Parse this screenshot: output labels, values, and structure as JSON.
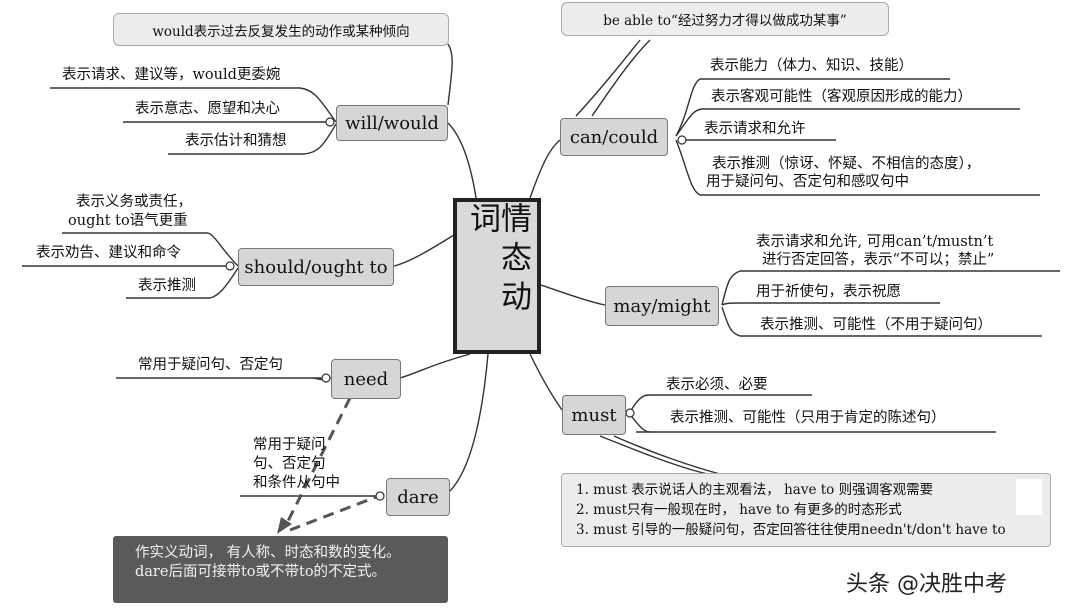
{
  "center": {
    "label": "情态动词"
  },
  "nodes": {
    "will_would": "will/would",
    "should_ought": "should/ought to",
    "need": "need",
    "dare": "dare",
    "can_could": "can/could",
    "may_might": "may/might",
    "must": "must"
  },
  "callouts": {
    "would_note": "would表示过去反复发生的动作或某种倾向",
    "be_able_note": "be able to“经过努力才得以做成功某事”"
  },
  "leaves": {
    "will": [
      "表示请求、建议等，would更委婉",
      "表示意志、愿望和决心",
      "表示估计和猜想"
    ],
    "should": [
      "表示义务或责任，",
      "ought to语气更重",
      "表示劝告、建议和命令",
      "表示推测"
    ],
    "need": [
      "常用于疑问句、否定句"
    ],
    "dare": [
      "常用于疑问",
      "句、否定句",
      "和条件从句中"
    ],
    "can": [
      "表示能力（体力、知识、技能）",
      "表示客观可能性（客观原因形成的能力）",
      "表示请求和允许",
      "表示推测（惊讶、怀疑、不相信的态度），",
      "用于疑问句、否定句和感叹句中"
    ],
    "may": [
      "表示请求和允许, 可用can’t/mustn’t",
      "进行否定回答，表示“不可以；禁止”",
      "用于祈使句，表示祝愿",
      "表示推测、可能性（不用于疑问句）"
    ],
    "must": [
      "表示必须、必要",
      "表示推测、可能性（只用于肯定的陈述句）"
    ]
  },
  "must_note": [
    "1. must 表示说话人的主观看法， have to 则强调客观需要",
    "2. must只有一般现在时， have to 有更多的时态形式",
    "3. must 引导的一般疑问句，否定回答往往使用needn't/don't have to"
  ],
  "dare_note": [
    "作实义动词， 有人称、时态和数的变化。",
    "dare后面可接带to或不带to的不定式。"
  ],
  "watermark": "头条 @决胜中考",
  "colors": {
    "node_fill": "#d6d6d6",
    "center_fill": "#d9d9d9",
    "dark_note": "#5a5a5a",
    "line": "#333333"
  }
}
